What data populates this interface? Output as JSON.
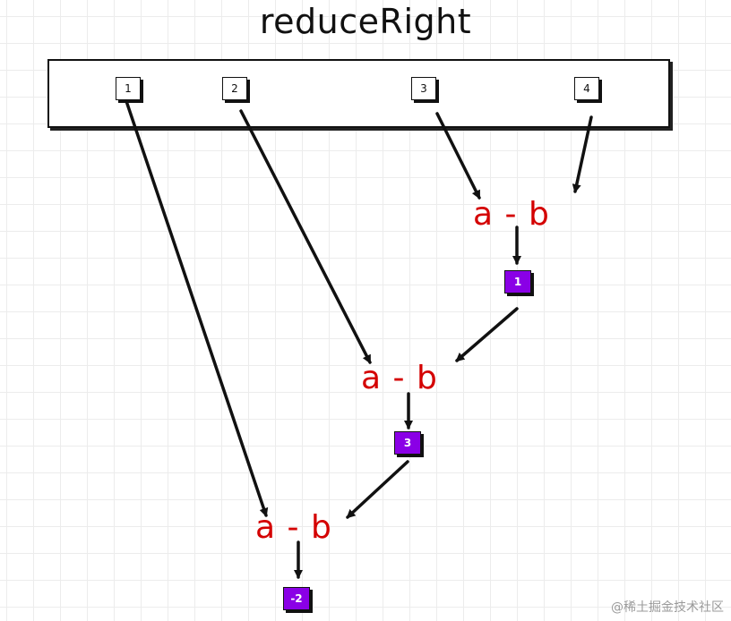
{
  "title": "reduceRight",
  "array": [
    "1",
    "2",
    "3",
    "4"
  ],
  "operations": [
    {
      "expression": "a - b",
      "result": "1"
    },
    {
      "expression": "a - b",
      "result": "3"
    },
    {
      "expression": "a - b",
      "result": "-2"
    }
  ],
  "colors": {
    "operation": "#d40000",
    "result_fill": "#8a00e6",
    "stroke": "#111111"
  },
  "watermark": "@稀土掘金技术社区"
}
